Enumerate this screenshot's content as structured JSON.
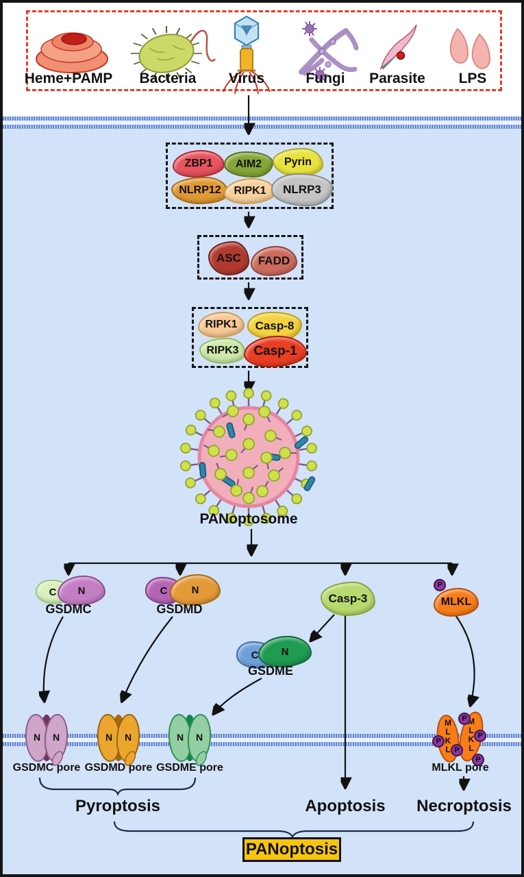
{
  "palette": {
    "cell_fill": "#d2e2f8",
    "outside_fill": "#ffffff",
    "membrane_blue": "#4d74c9",
    "frame_black": "#151515",
    "stimuli_box_red": "#e83a25",
    "arrow_black": "#111111",
    "panoptosis_gold": "#f6c50f",
    "zbp1": "#e85360",
    "aim2": "#85a636",
    "pyrin": "#e8e23c",
    "nlrp12": "#e09a33",
    "ripk1_sensor": "#f7cf9a",
    "nlrp3": "#c4c4c4",
    "asc": "#b03a2e",
    "fadd": "#cd6b5e",
    "ripk1": "#f7c893",
    "casp8": "#f4d23f",
    "ripk3": "#cde8a9",
    "casp1": "#ea3d23",
    "panoptosome_pink": "#f3aebc",
    "spike_green": "#cfe04a",
    "gsdmc_c": "#d9efbd",
    "gsdmc_n": "#c47fc4",
    "gsdmd_c": "#b565b5",
    "gsdmd_n": "#e59a3a",
    "gsdme_c": "#6f9fd9",
    "gsdme_n": "#1f9b52",
    "casp3": "#b8d96e",
    "mlkl_orange": "#f87d1a",
    "phospho_purple": "#8b3aa0",
    "gsdmc_pore": "#cfa6ca",
    "gsdmd_pore": "#eaa62e",
    "gsdme_pore": "#93cfa2"
  },
  "stimuli": {
    "items": [
      {
        "label": "Heme+PAMP"
      },
      {
        "label": "Bacteria"
      },
      {
        "label": "Virus"
      },
      {
        "label": "Fungi"
      },
      {
        "label": "Parasite"
      },
      {
        "label": "LPS"
      }
    ]
  },
  "sensors": {
    "items": [
      {
        "label": "ZBP1"
      },
      {
        "label": "AIM2"
      },
      {
        "label": "Pyrin"
      },
      {
        "label": "NLRP12"
      },
      {
        "label": "RIPK1"
      },
      {
        "label": "NLRP3"
      }
    ]
  },
  "adaptors": {
    "items": [
      {
        "label": "ASC"
      },
      {
        "label": "FADD"
      }
    ]
  },
  "effectors": {
    "items": [
      {
        "label": "RIPK1"
      },
      {
        "label": "Casp-8"
      },
      {
        "label": "RIPK3"
      },
      {
        "label": "Casp-1"
      }
    ]
  },
  "panoptosome": {
    "label": "PANoptosome"
  },
  "executioners": {
    "gsdmc": {
      "label": "GSDMC",
      "c": "C",
      "n": "N"
    },
    "gsdmd": {
      "label": "GSDMD",
      "c": "C",
      "n": "N"
    },
    "gsdme": {
      "label": "GSDME",
      "c": "C",
      "n": "N"
    },
    "casp3": {
      "label": "Casp-3"
    },
    "mlkl": {
      "label": "MLKL",
      "p": "P"
    }
  },
  "pores": {
    "gsdmc": {
      "label": "GSDMC pore",
      "n_left": "N",
      "n_right": "N"
    },
    "gsdmd": {
      "label": "GSDMD pore",
      "n_left": "N",
      "n_right": "N"
    },
    "gsdme": {
      "label": "GSDME pore",
      "n_left": "N",
      "n_right": "N"
    },
    "mlkl": {
      "label": "MLKL pore",
      "subunit_left": "MLKL",
      "subunit_right": "MLKL",
      "p": "P"
    }
  },
  "outcomes": {
    "pyroptosis": "Pyroptosis",
    "apoptosis": "Apoptosis",
    "necroptosis": "Necroptosis",
    "panoptosis": "PANoptosis"
  }
}
